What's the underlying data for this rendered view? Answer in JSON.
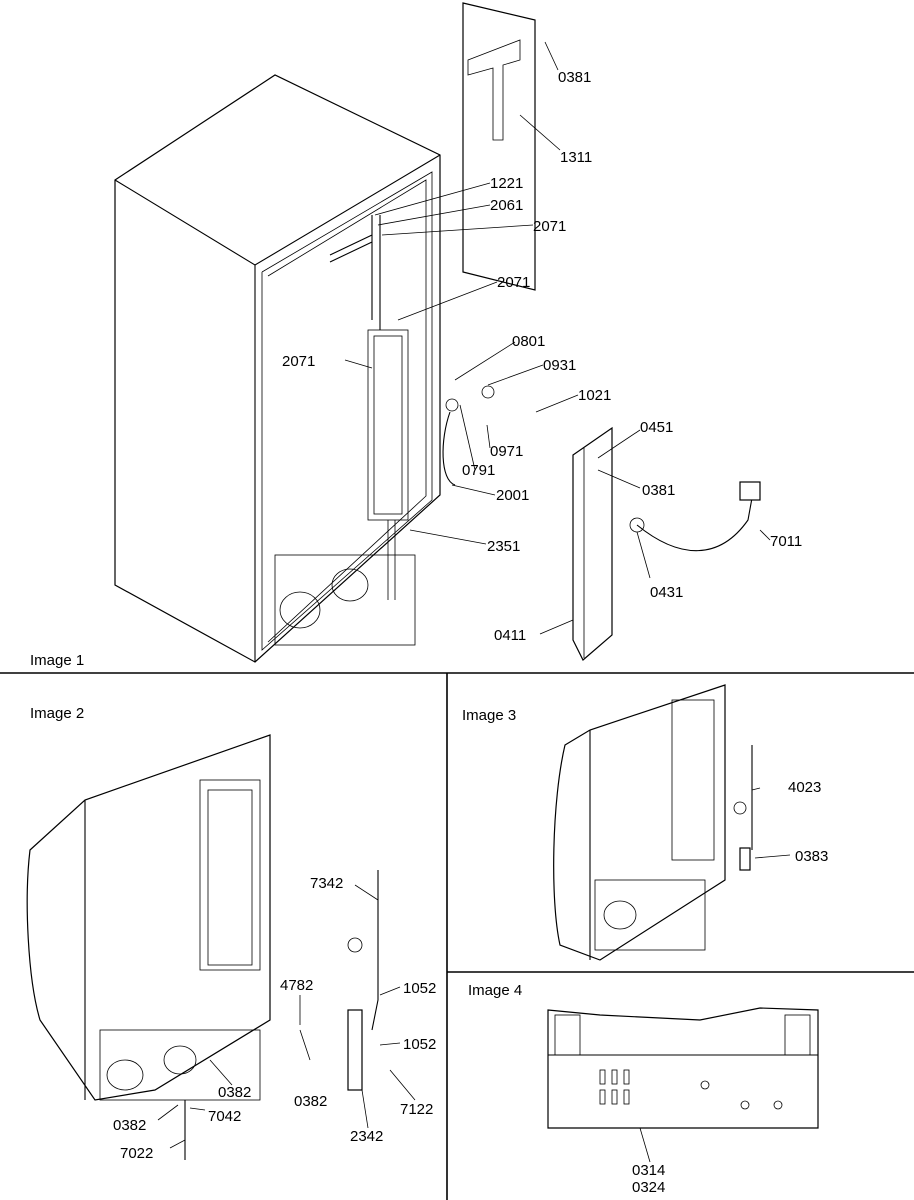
{
  "panels": {
    "image1": {
      "title": "Image 1"
    },
    "image2": {
      "title": "Image 2"
    },
    "image3": {
      "title": "Image 3"
    },
    "image4": {
      "title": "Image 4"
    }
  },
  "callouts": {
    "image1": [
      "0381",
      "1311",
      "1221",
      "2061",
      "2071",
      "2071",
      "0801",
      "0931",
      "1021",
      "2071",
      "0971",
      "0791",
      "2001",
      "0451",
      "0381",
      "7011",
      "2351",
      "0431",
      "0411"
    ],
    "image2": [
      "7342",
      "4782",
      "1052",
      "1052",
      "0382",
      "0382",
      "7122",
      "0382",
      "7042",
      "2342",
      "7022"
    ],
    "image3": [
      "4023",
      "0383"
    ],
    "image4": [
      "0314",
      "0324"
    ]
  }
}
